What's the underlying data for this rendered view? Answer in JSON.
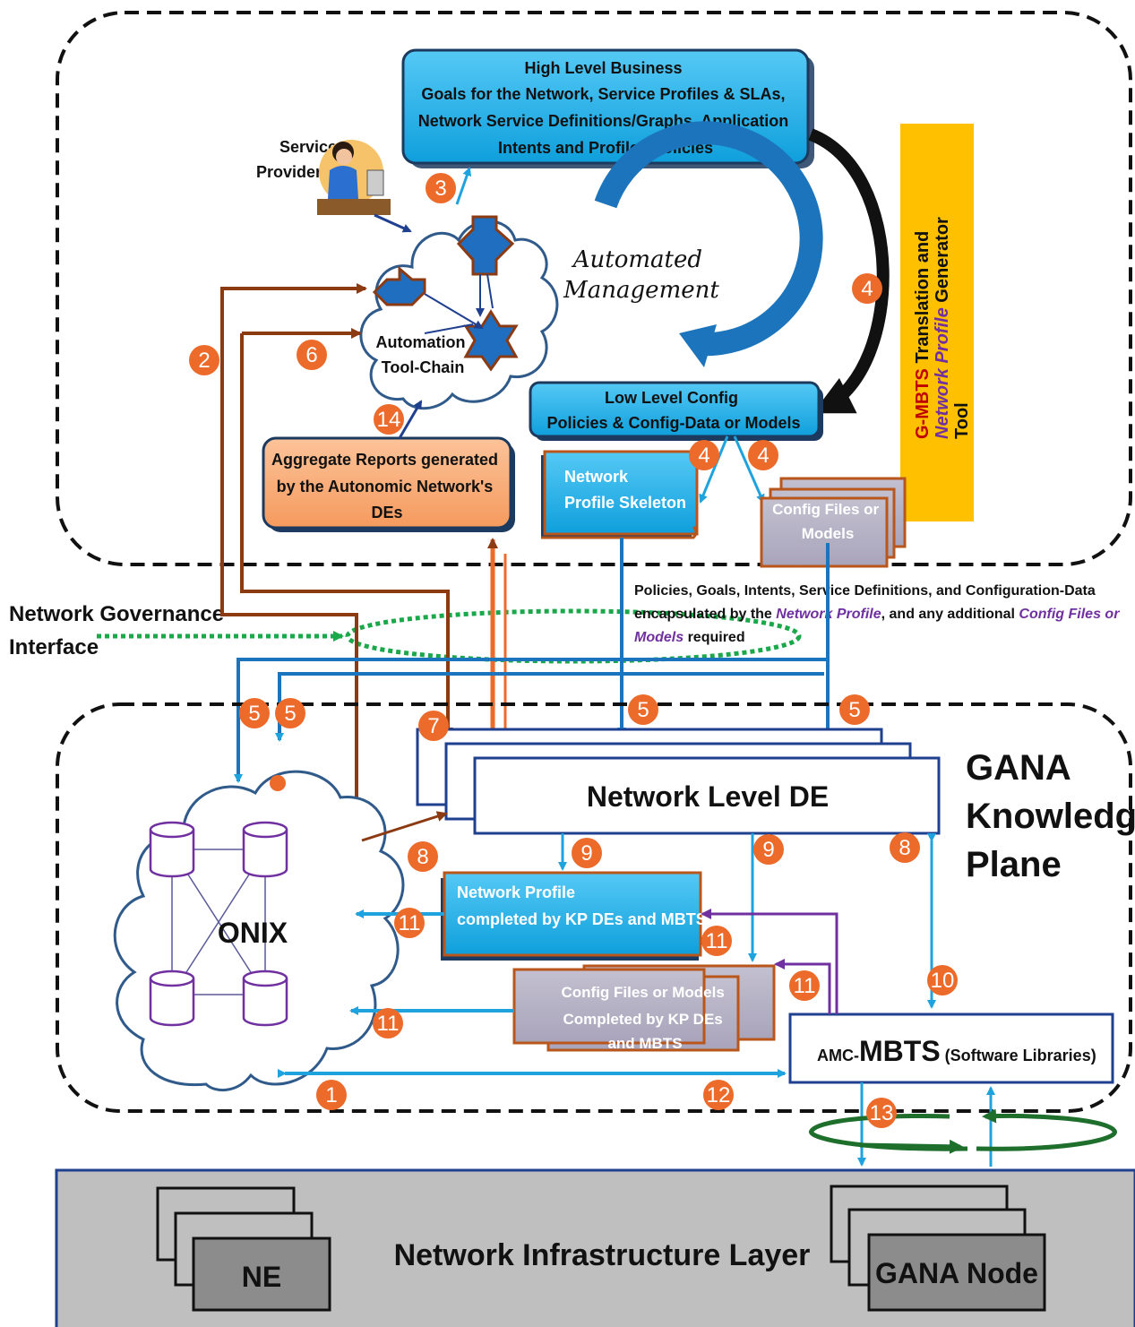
{
  "colors": {
    "arrow_blue": "#1fa3df",
    "arrow_brown": "#8b3a12",
    "box_blue": "#1ab0ee",
    "orange_badge": "#ec6a2a",
    "onix_purple": "#7030a0",
    "dotted_green": "#1aa84a",
    "loop_green": "#1e6e2c",
    "infra_grey": "#bfbfbf",
    "tool_gold": "#ffc000"
  },
  "top": {
    "goals_box": {
      "lines": [
        "High Level Business",
        "Goals  for the Network, Service Profiles & SLAs,",
        "Network Service Definitions/Graphs, Application",
        "Intents and Profiles/Policies"
      ]
    },
    "service_provider": [
      "Service",
      "Provider"
    ],
    "automated_management": [
      "Automated",
      "Management"
    ],
    "toolchain": [
      "Automation",
      "Tool-Chain"
    ],
    "lowlevel_box": {
      "lines": [
        "Low Level Config",
        "Policies & Config-Data or Models"
      ]
    },
    "reports_box": {
      "lines": [
        "Aggregate Reports generated",
        "by the Autonomic Network's",
        "DEs"
      ]
    },
    "profile_skeleton": [
      "Network",
      "Profile Skeleton"
    ],
    "config_files": [
      "Config Files or",
      "Models"
    ],
    "tool": {
      "line1_a": "G-MBTS",
      "line1_b": " Translation and",
      "line2_a": "Network Profile",
      "line2_b": " Generator",
      "line3": "Tool"
    }
  },
  "middle": {
    "governance": [
      "Network Governance",
      "Interface"
    ],
    "policies_note": {
      "line1": "Policies, Goals, Intents, Service Definitions, and Configuration-Data",
      "line2_a": "encapsulated by the  ",
      "line2_b": "Network Profile",
      "line2_c": ", and any additional ",
      "line2_d": "Config Files or",
      "line3_a": "Models",
      "line3_b": " required"
    }
  },
  "kp": {
    "network_level_de": "Network Level DE",
    "gana_kp": [
      "GANA",
      "Knowledge",
      "Plane"
    ],
    "onix": "ONIX",
    "profile_completed": [
      "Network Profile",
      "completed by KP DEs and MBTS"
    ],
    "config_completed": [
      "Config Files or Models",
      "Completed by KP DEs",
      "and MBTS"
    ],
    "mbts": {
      "prefix": "AMC-",
      "main": "MBTS",
      "suffix": " (Software  Libraries)"
    }
  },
  "infra": {
    "title": "Network Infrastructure Layer",
    "ne": "NE",
    "gana_node": "GANA Node"
  },
  "badges": [
    "1",
    "2",
    "3",
    "4",
    "4",
    "4",
    "5",
    "5",
    "5",
    "5",
    "6",
    "7",
    "8",
    "8",
    "9",
    "9",
    "10",
    "11",
    "11",
    "11",
    "11",
    "12",
    "13",
    "14"
  ]
}
